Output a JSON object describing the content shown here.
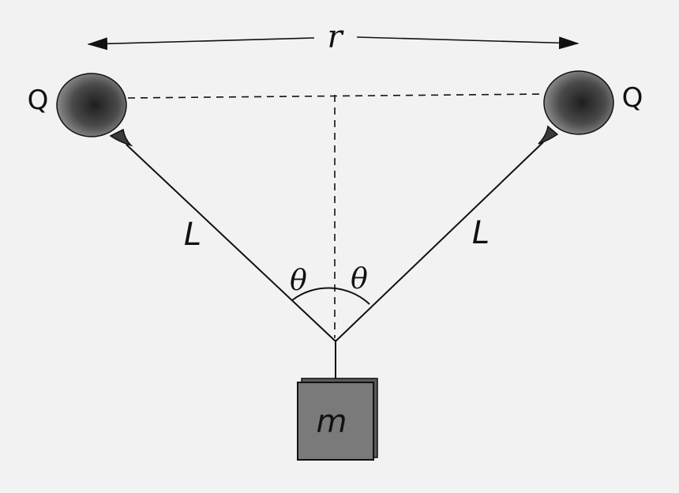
{
  "labels": {
    "separation": "r",
    "left_charge": "Q",
    "right_charge": "Q",
    "left_length": "L",
    "right_length": "L",
    "left_angle": "θ",
    "right_angle": "θ",
    "mass": "m"
  },
  "colors": {
    "background": "#f2f2f2",
    "line": "#111111",
    "balloon_core": "#1e1e1e",
    "balloon_edge": "#8a8a8a",
    "mass_fill": "#7a7a7a"
  }
}
